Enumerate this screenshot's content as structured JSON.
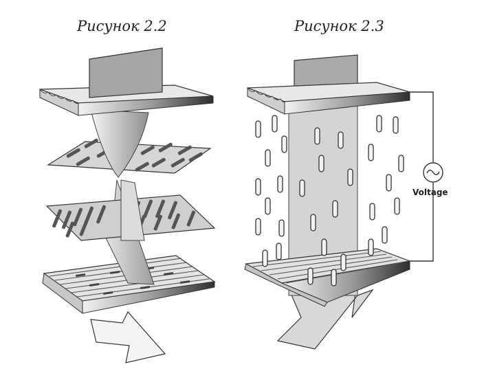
{
  "figures": {
    "left": {
      "caption": "Рисунок 2.2"
    },
    "right": {
      "caption": "Рисунок 2.3",
      "source_label": "Voltage"
    }
  },
  "colors": {
    "ink": "#222222",
    "panel_light": "#e6e6e6",
    "panel_mid": "#b9b9b9",
    "panel_dark": "#6e6e6e",
    "beam": "#d2d2d2"
  }
}
